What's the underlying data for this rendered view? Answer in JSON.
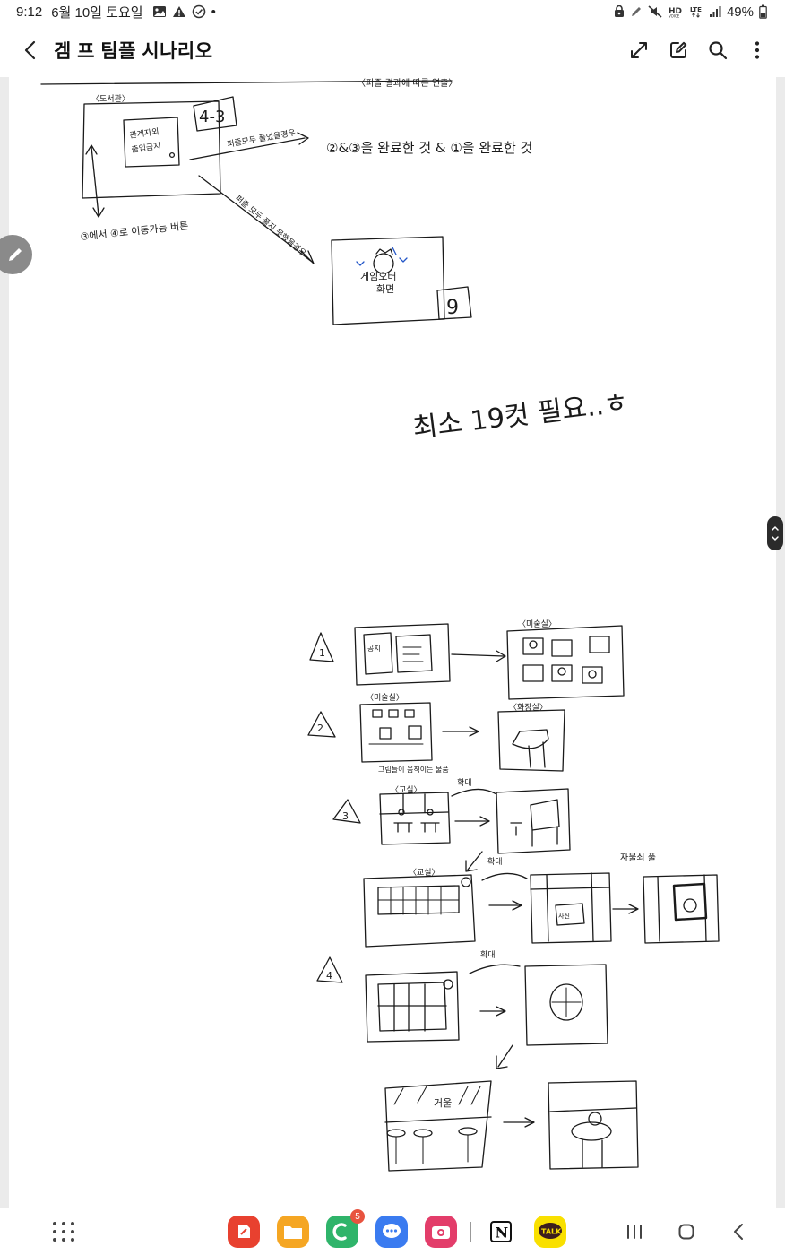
{
  "status_bar": {
    "time": "9:12",
    "date": "6월 10일 토요일",
    "dot": "•",
    "battery": "49%",
    "left_icons": [
      "gallery-icon",
      "alert-triangle-icon",
      "check-circle-icon"
    ],
    "right_icons": [
      "lock-icon",
      "pen-icon",
      "mute-icon",
      "hd-voice-icon",
      "lte-icon",
      "signal-icon",
      "battery-icon"
    ]
  },
  "app_bar": {
    "title": "겜 프 팀플 시나리오",
    "actions": [
      "expand-icon",
      "edit-icon",
      "search-icon",
      "more-icon"
    ]
  },
  "note": {
    "sketch_texts": {
      "scene_puzzle_result": "〈퍼즐 결과에 따른 연출〉",
      "library_label": "〈도서관〉",
      "scene_4_3": "4-3",
      "inner_line1": "관계자외",
      "inner_line2": "출입금지",
      "all_solved": "퍼즐모두 풀었을경우",
      "requirement": "②&③을 완료한 것 & ①을 완료한 것",
      "not_all_solved": "퍼즐 모두 풀지 못했을경우",
      "move_button": "③에서 ④로 이동가능 버튼",
      "gameover_line1": "게임오버",
      "gameover_line2": "화면",
      "scene_9": "9",
      "min_count": "최소 19컷 필요..ㅎ",
      "step_1": "1",
      "step_2": "2",
      "step_3": "3",
      "step_4": "4",
      "art_room": "〈미술실〉",
      "art_room_2": "〈미술실〉",
      "toilet": "〈화장실〉",
      "classroom": "〈교실〉",
      "classroom_2": "〈교실〉",
      "zoom_in": "확대",
      "zoom_in_2": "확대",
      "zoom_in_3": "확대",
      "lock_open": "자물쇠 풀",
      "mirror": "거울",
      "moving_items": "그림들이 움직이는 물품",
      "notice": "공지",
      "photo": "사진"
    }
  },
  "nav_bar": {
    "dock_apps": [
      {
        "name": "samsung-notes-app",
        "color": "#e8412f",
        "badge": ""
      },
      {
        "name": "my-files-app",
        "color": "#f5a623",
        "badge": ""
      },
      {
        "name": "phone-app",
        "color": "#2fb46a",
        "badge": "5"
      },
      {
        "name": "messages-app",
        "color": "#3a7bf0",
        "badge": ""
      },
      {
        "name": "camera-app",
        "color": "#e33d6a",
        "badge": ""
      },
      {
        "name": "notion-app",
        "color": "#ffffff",
        "badge": ""
      },
      {
        "name": "kakaotalk-app",
        "color": "#f9e000",
        "badge": ""
      }
    ],
    "kakaotalk_label": "TALK",
    "notion_label": "N",
    "system_buttons": [
      "recent-apps-icon",
      "home-icon",
      "back-icon"
    ]
  }
}
